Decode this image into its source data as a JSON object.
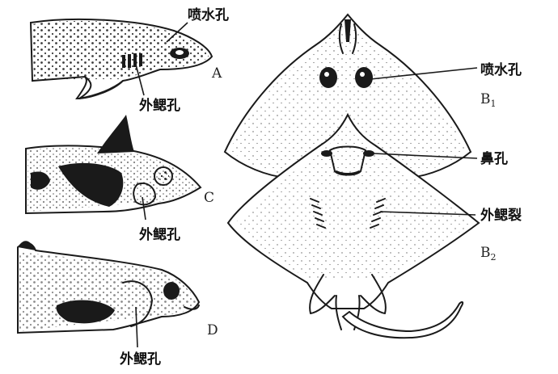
{
  "labels": {
    "a_spiracle": "喷水孔",
    "a_gill": "外鳃孔",
    "c_gill": "外鳃孔",
    "d_gill": "外鳃孔",
    "b_spiracle": "喷水孔",
    "b_nostril": "鼻孔",
    "b_gill": "外鳃裂"
  },
  "figure_letters": {
    "a": "A",
    "c": "C",
    "d": "D",
    "b1": "B",
    "b1_sub": "1",
    "b2": "B",
    "b2_sub": "2"
  }
}
